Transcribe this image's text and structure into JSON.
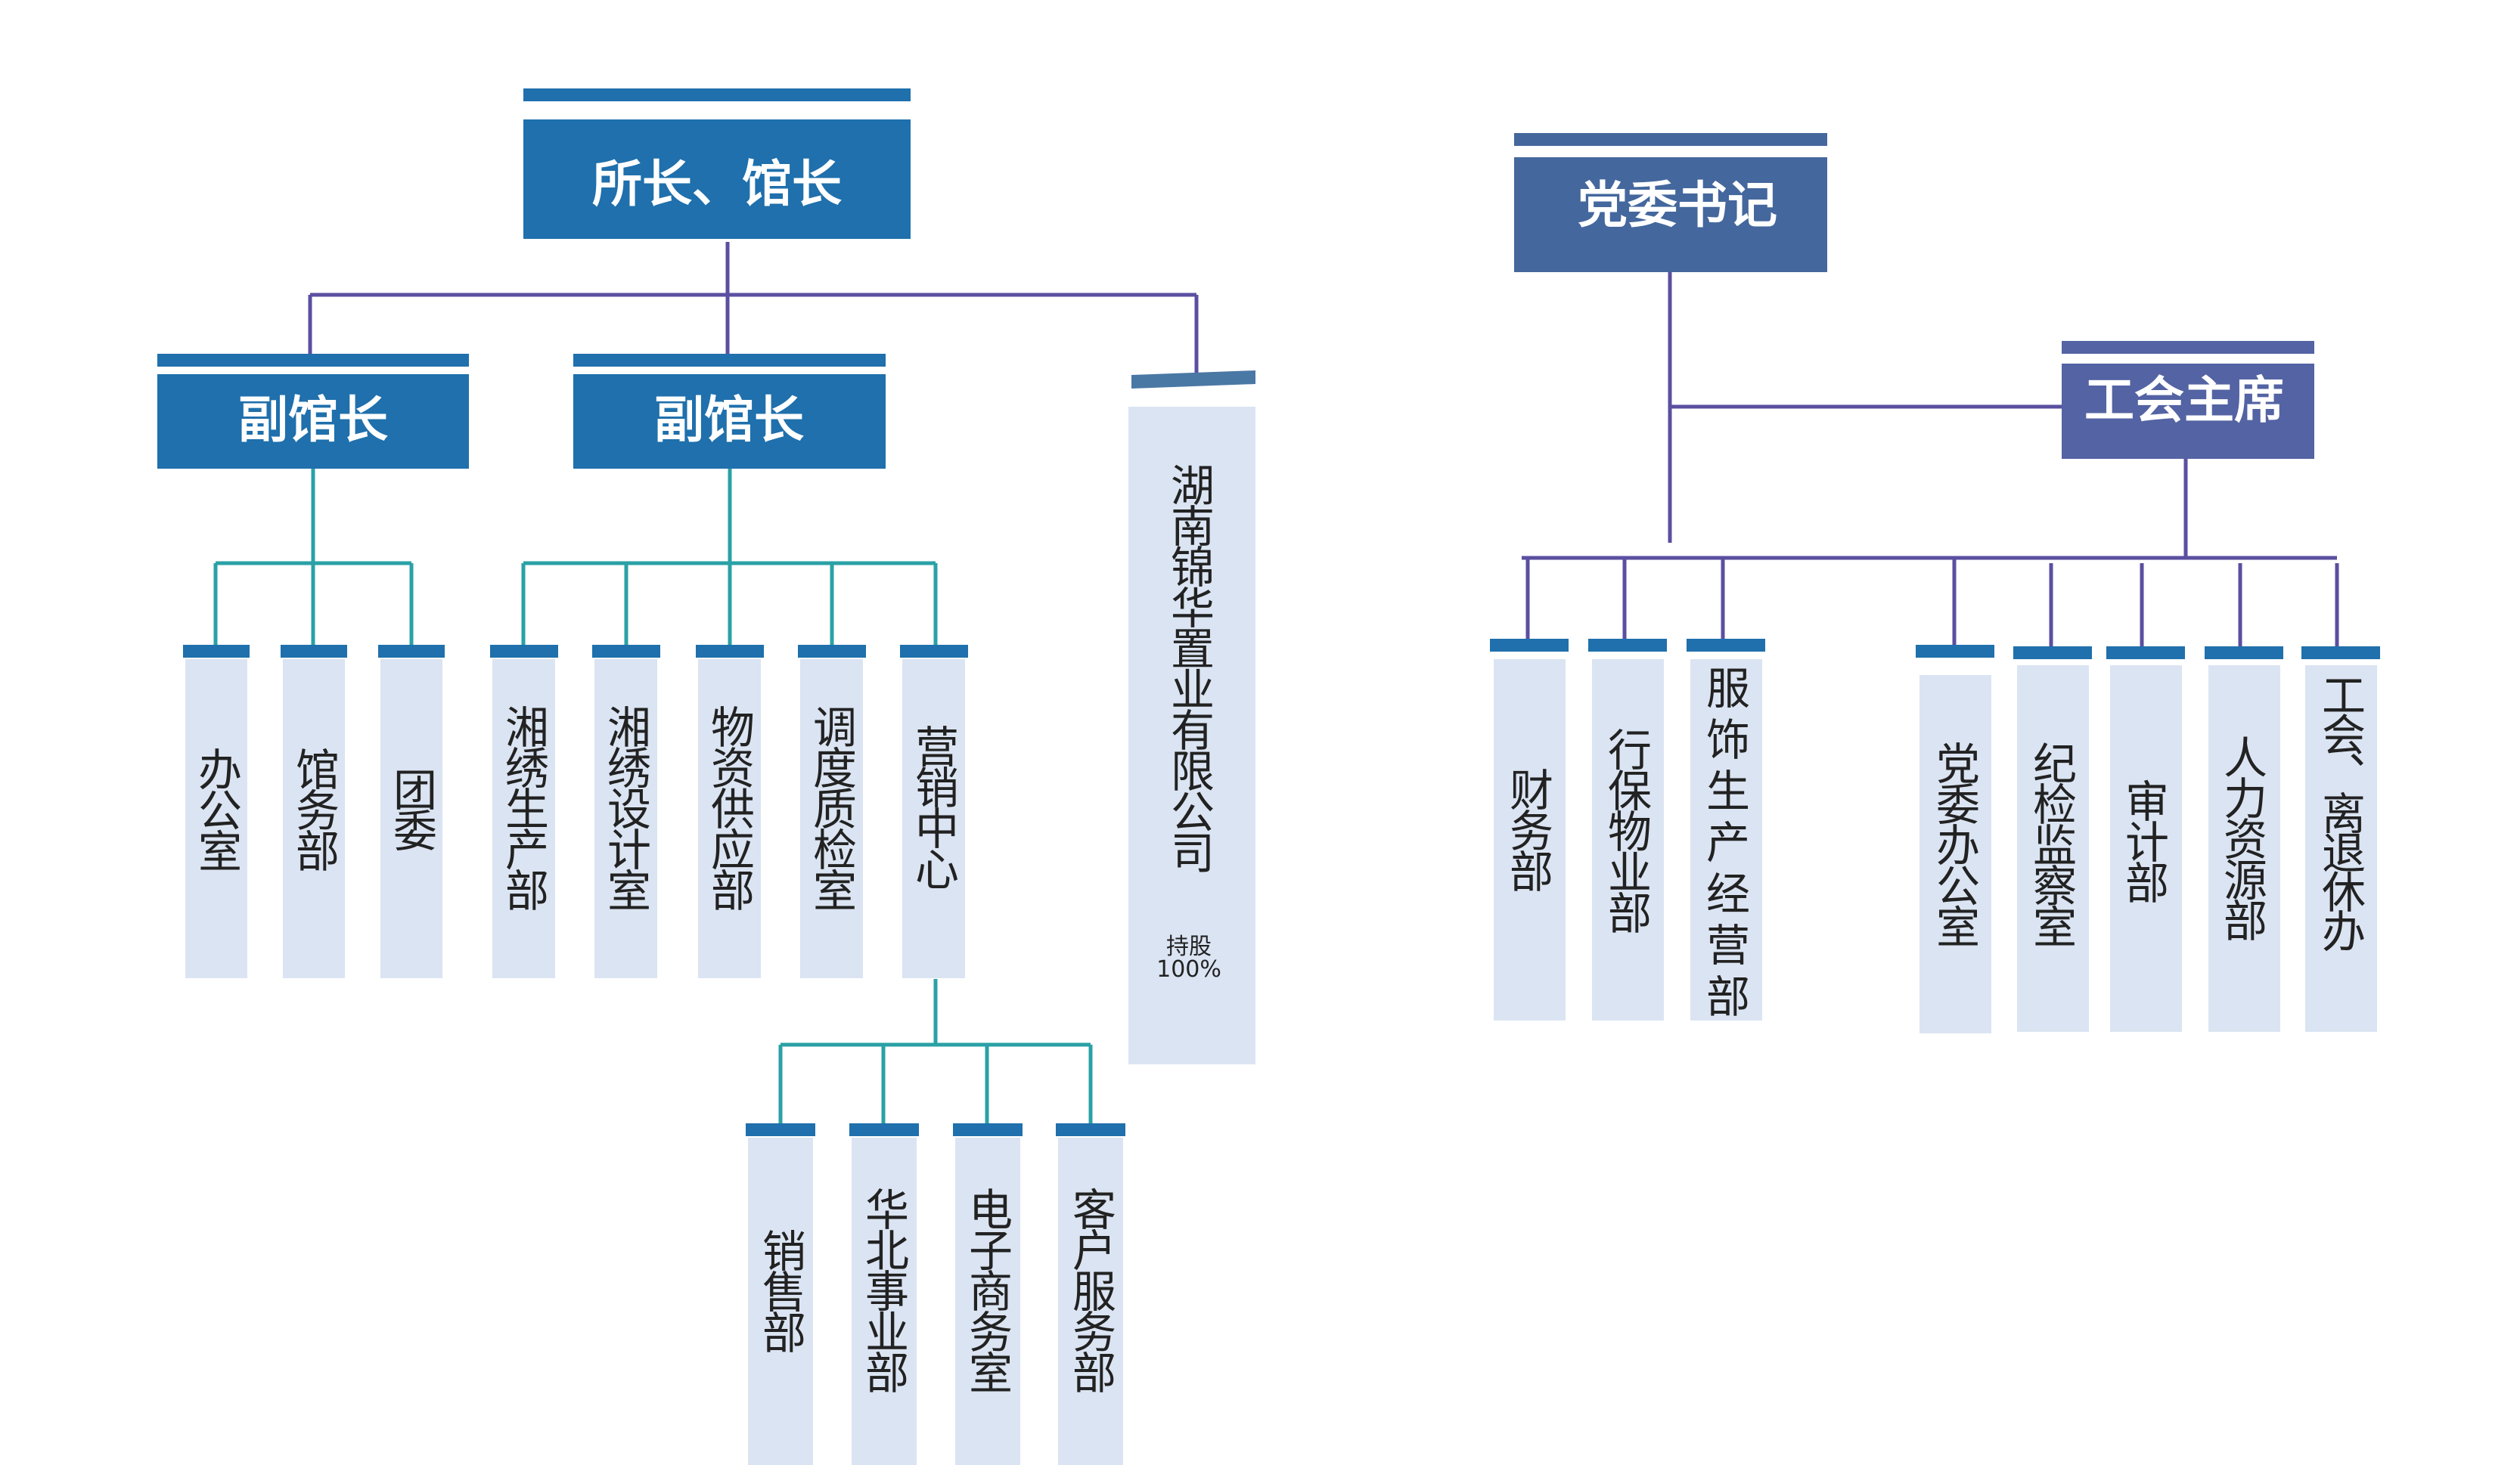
{
  "colors": {
    "background": "#ffffff",
    "head_blue": "#1f70ac",
    "head_slate": "#44679d",
    "head_union": "#5363a3",
    "connector_teal": "#2aa1a6",
    "connector_purple": "#5a4fa0",
    "dept_fill": "#dbe4f2"
  },
  "left": {
    "director": "所长、馆长",
    "deputy_1": {
      "title": "副馆长",
      "departments": [
        "办公室",
        "馆务部",
        "团委"
      ]
    },
    "deputy_2": {
      "title": "副馆长",
      "departments": [
        "湘绣生产部",
        "湘绣设计室",
        "物资供应部",
        "调度质检室",
        "营销中心"
      ]
    },
    "subsidiary": {
      "name": "湖南锦华置业有限公司",
      "note_line1": "持股",
      "note_line2": "100%"
    },
    "marketing_units": [
      "销售部",
      "华北事业部",
      "电子商务室",
      "客户服务部"
    ]
  },
  "right": {
    "party_secretary": "党委书记",
    "union_chair": "工会主席",
    "departments": [
      "财务部",
      "行保物业部",
      "服饰生产经营部",
      "党委办公室",
      "纪检监察室",
      "审计部",
      "人力资源部",
      "工会、离退休办"
    ]
  }
}
